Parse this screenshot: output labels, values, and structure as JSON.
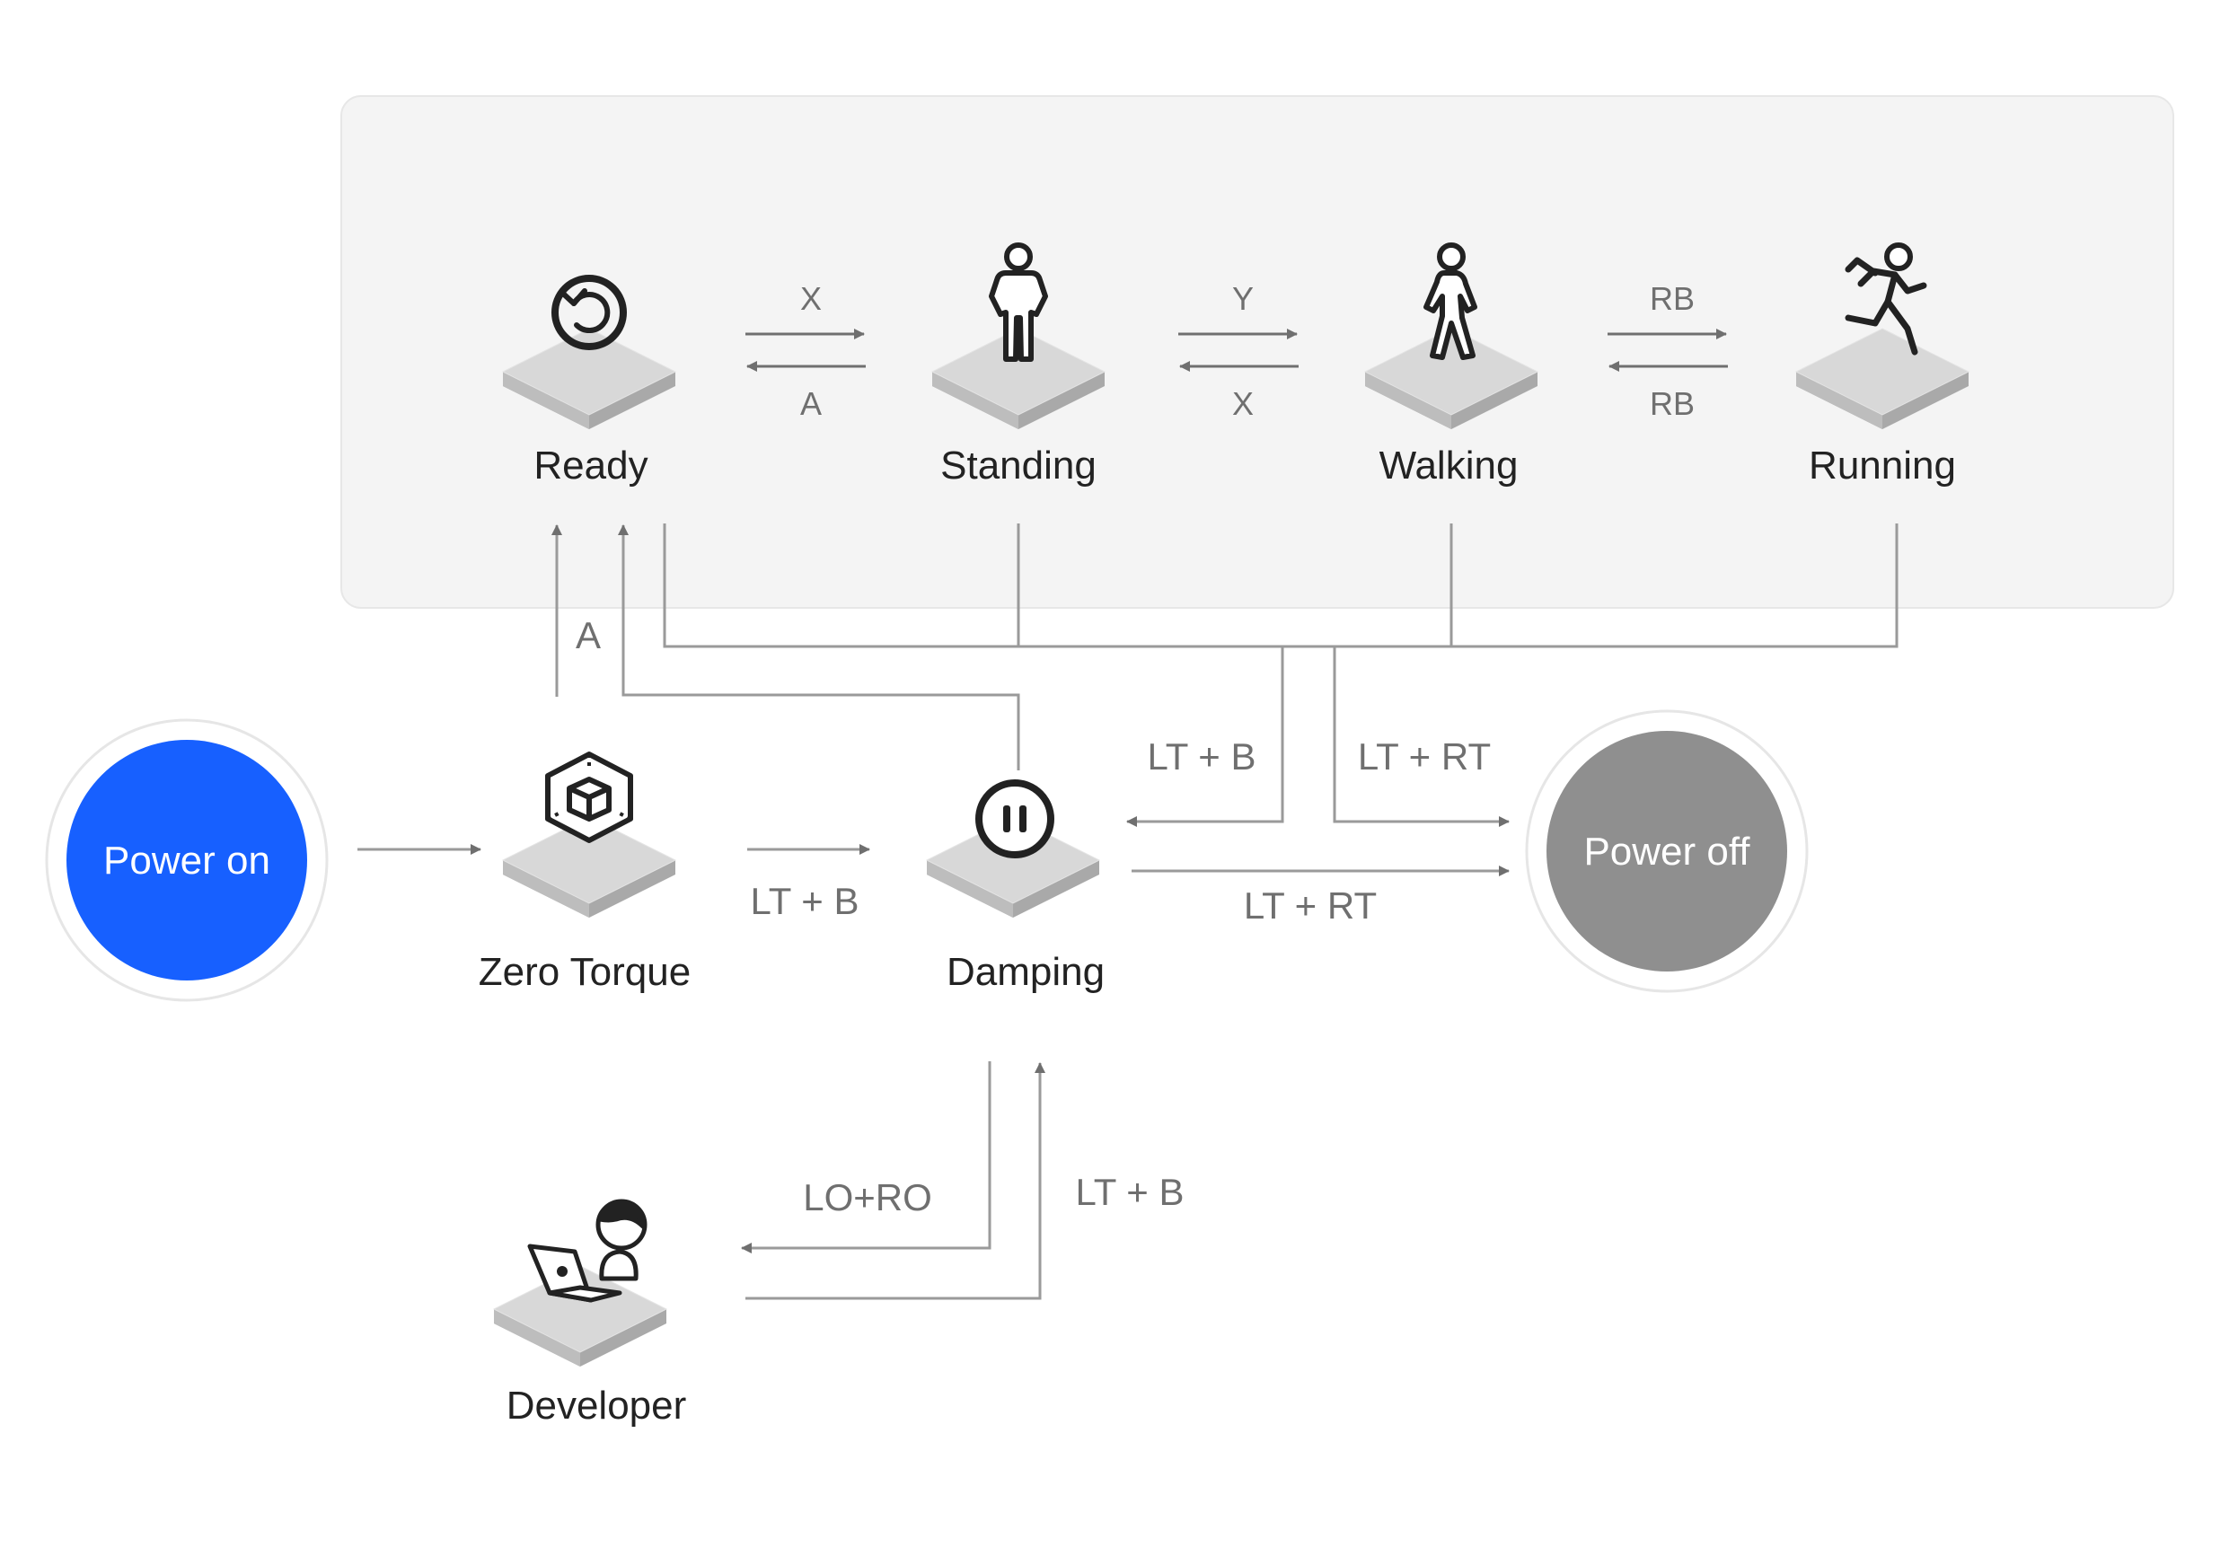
{
  "colors": {
    "panel_bg": "#f4f4f4",
    "panel_border": "#e7e7e7",
    "platform_top": "#d8d8d8",
    "platform_left": "#bdbdbd",
    "platform_right": "#a9a9a9",
    "line": "#9a9a9a",
    "arrow": "#6f6f6f",
    "power_on": "#1760ff",
    "power_off": "#8f8f8f"
  },
  "power_on": {
    "label": "Power on"
  },
  "power_off": {
    "label": "Power off"
  },
  "states": {
    "ready": {
      "label": "Ready",
      "icon": "reset-icon"
    },
    "standing": {
      "label": "Standing",
      "icon": "standing-person-icon"
    },
    "walking": {
      "label": "Walking",
      "icon": "walking-person-icon"
    },
    "running": {
      "label": "Running",
      "icon": "running-person-icon"
    },
    "zero_torque": {
      "label": "Zero Torque",
      "icon": "cube-icon"
    },
    "damping": {
      "label": "Damping",
      "icon": "pause-icon"
    },
    "developer": {
      "label": "Developer",
      "icon": "developer-laptop-icon"
    }
  },
  "transitions": {
    "ready_to_standing": "X",
    "standing_to_ready": "A",
    "standing_to_walking": "Y",
    "walking_to_standing": "X",
    "walking_to_running": "RB",
    "running_to_walking": "RB",
    "zero_torque_to_ready": "A",
    "zero_torque_to_damping": "LT + B",
    "motion_to_damping": "LT + B",
    "motion_to_power_off": "LT + RT",
    "damping_to_power_off": "LT + RT",
    "damping_to_developer": "LO+RO",
    "developer_to_damping": "LT + B"
  }
}
